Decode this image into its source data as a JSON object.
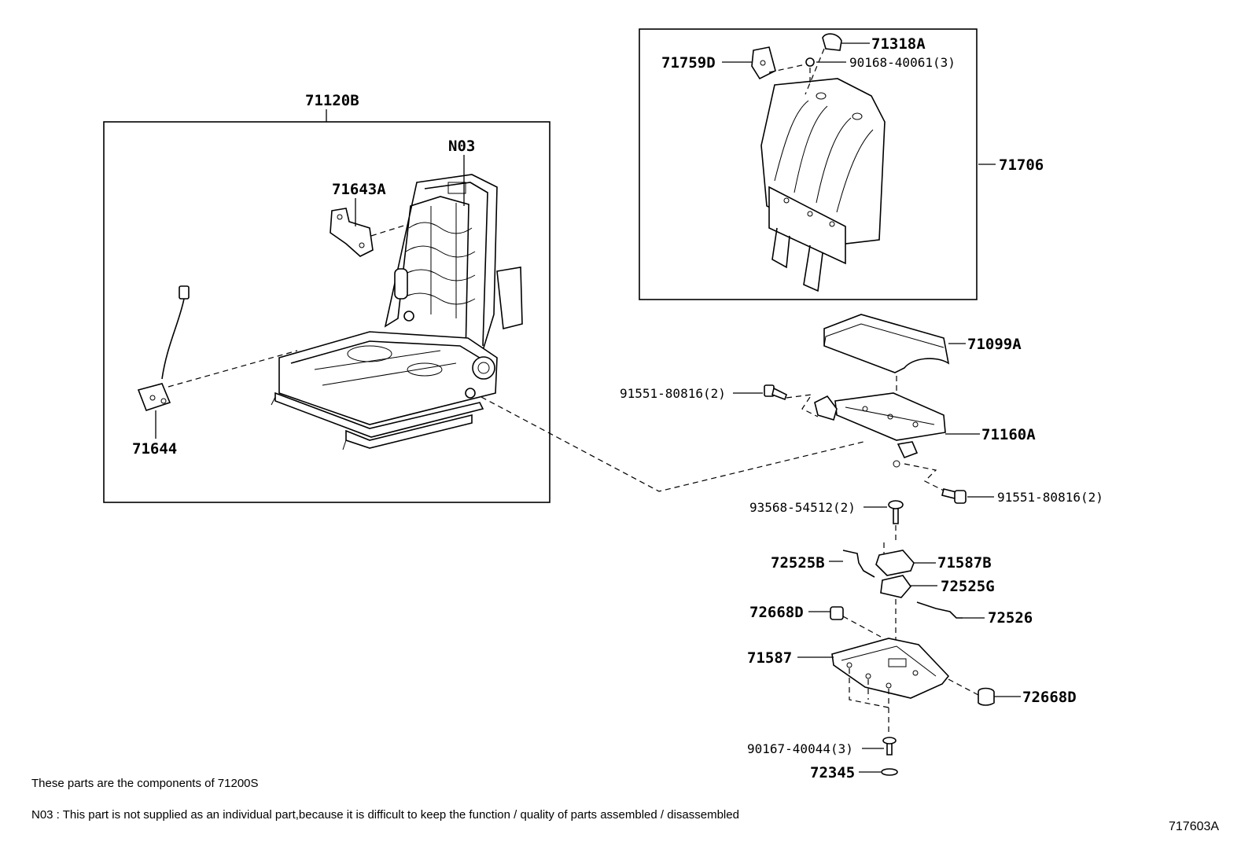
{
  "labels": {
    "seat_assy": "71120B",
    "n03": "N03",
    "recliner": "71643A",
    "harness": "71644",
    "latch": "71759D",
    "cap": "71318A",
    "screw_top": "90168-40061(3)",
    "seatback_board": "71706",
    "pad": "71099A",
    "bolt_left": "91551-80816(2)",
    "bracket": "71160A",
    "bolt_right": "91551-80816(2)",
    "screw_mid": "93568-54512(2)",
    "cable_b": "72525B",
    "cover_b": "71587B",
    "link_g": "72525G",
    "cable": "72526",
    "knob_left": "72668D",
    "base": "71587",
    "knob_right": "72668D",
    "screw_bottom": "90167-40044(3)",
    "clip": "72345"
  },
  "notes": {
    "components": "These parts are the components of  71200S",
    "n03": "N03 : This part is not supplied as an individual part,because it is difficult to keep the function / quality of parts assembled / disassembled",
    "diagram_id": "717603A"
  }
}
